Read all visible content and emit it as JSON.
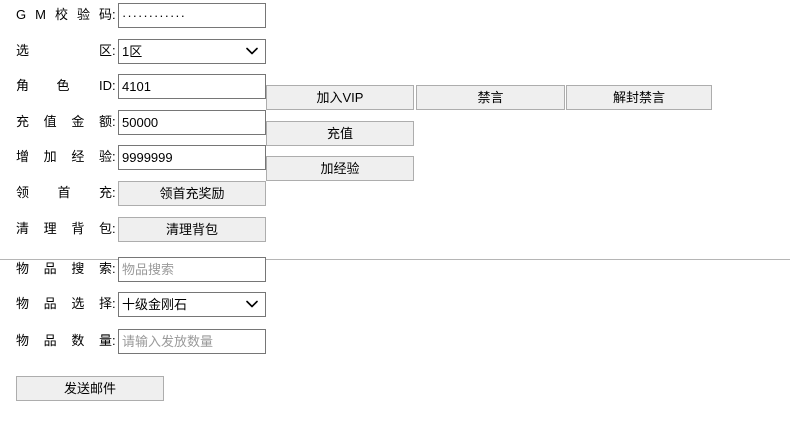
{
  "form": {
    "rows": [
      {
        "label": "GM 校 验 码",
        "label_chars": [
          "G",
          "M",
          "校",
          "验",
          "码"
        ],
        "colon": ":",
        "control": "password",
        "value": "············",
        "masked_char_count": 12
      },
      {
        "label": "选 区",
        "label_chars": [
          "选",
          "区"
        ],
        "colon": ":",
        "control": "select",
        "selected": "1区",
        "options": [
          "1区"
        ]
      },
      {
        "label": "角 色 ID",
        "label_chars": [
          "角",
          "色"
        ],
        "label_tail": "ID",
        "colon": ":",
        "control": "text",
        "value": "4101",
        "buttons": [
          "加入VIP",
          "禁言",
          "解封禁言"
        ]
      },
      {
        "label": "充 值 金 额",
        "label_chars": [
          "充",
          "值",
          "金",
          "额"
        ],
        "colon": ":",
        "control": "text",
        "value": "50000",
        "buttons": [
          "充值"
        ]
      },
      {
        "label": "增 加 经 验",
        "label_chars": [
          "增",
          "加",
          "经",
          "验"
        ],
        "colon": ":",
        "control": "text",
        "value": "9999999",
        "buttons": [
          "加经验"
        ]
      },
      {
        "label": "领 首 充",
        "label_chars": [
          "领",
          "首",
          "充"
        ],
        "colon": ":",
        "control": "button",
        "button_label": "领首充奖励"
      },
      {
        "label": "清 理 背 包",
        "label_chars": [
          "清",
          "理",
          "背",
          "包"
        ],
        "colon": ":",
        "control": "button",
        "button_label": "清理背包"
      },
      {
        "label": "物 品 搜 索",
        "label_chars": [
          "物",
          "品",
          "搜",
          "索"
        ],
        "colon": ":",
        "control": "text",
        "value": "",
        "placeholder": "物品搜索"
      },
      {
        "label": "物 品 选 择",
        "label_chars": [
          "物",
          "品",
          "选",
          "择"
        ],
        "colon": ":",
        "control": "select",
        "selected": "十级金刚石",
        "options": [
          "十级金刚石"
        ]
      },
      {
        "label": "物 品 数 量",
        "label_chars": [
          "物",
          "品",
          "数",
          "量"
        ],
        "colon": ":",
        "control": "text",
        "value": "",
        "placeholder": "请输入发放数量"
      }
    ],
    "submit_label": "发送邮件"
  },
  "labels": {
    "gm_code": {
      "c0": "G",
      "c1": "M",
      "c2": "校",
      "c3": "验",
      "c4": "码"
    },
    "zone": {
      "c0": "选",
      "c1": "区"
    },
    "role": {
      "c0": "角",
      "c1": "色",
      "tail": "ID"
    },
    "recharge": {
      "c0": "充",
      "c1": "值",
      "c2": "金",
      "c3": "额"
    },
    "exp": {
      "c0": "增",
      "c1": "加",
      "c2": "经",
      "c3": "验"
    },
    "first_recharge": {
      "c0": "领",
      "c1": "首",
      "c2": "充"
    },
    "clear_bag": {
      "c0": "清",
      "c1": "理",
      "c2": "背",
      "c3": "包"
    },
    "item_search": {
      "c0": "物",
      "c1": "品",
      "c2": "搜",
      "c3": "索"
    },
    "item_select": {
      "c0": "物",
      "c1": "品",
      "c2": "选",
      "c3": "择"
    },
    "item_count": {
      "c0": "物",
      "c1": "品",
      "c2": "数",
      "c3": "量"
    },
    "colon": ":"
  },
  "values": {
    "gm_code": "············",
    "zone_selected": "1区",
    "role_id": "4101",
    "recharge_amount": "50000",
    "exp_amount": "9999999",
    "item_search": "",
    "item_search_placeholder": "物品搜索",
    "item_selected": "十级金刚石",
    "item_count": "",
    "item_count_placeholder": "请输入发放数量"
  },
  "buttons": {
    "join_vip": "加入VIP",
    "mute": "禁言",
    "unmute": "解封禁言",
    "recharge": "充值",
    "add_exp": "加经验",
    "first_recharge_reward": "领首充奖励",
    "clear_bag": "清理背包",
    "send_mail": "发送邮件"
  },
  "colors": {
    "background": "#ffffff",
    "text": "#000000",
    "placeholder": "#9a9a9a",
    "input_border": "#767676",
    "button_face": "#efefef",
    "button_border": "#adadad",
    "divider": "#b5b5b5"
  }
}
